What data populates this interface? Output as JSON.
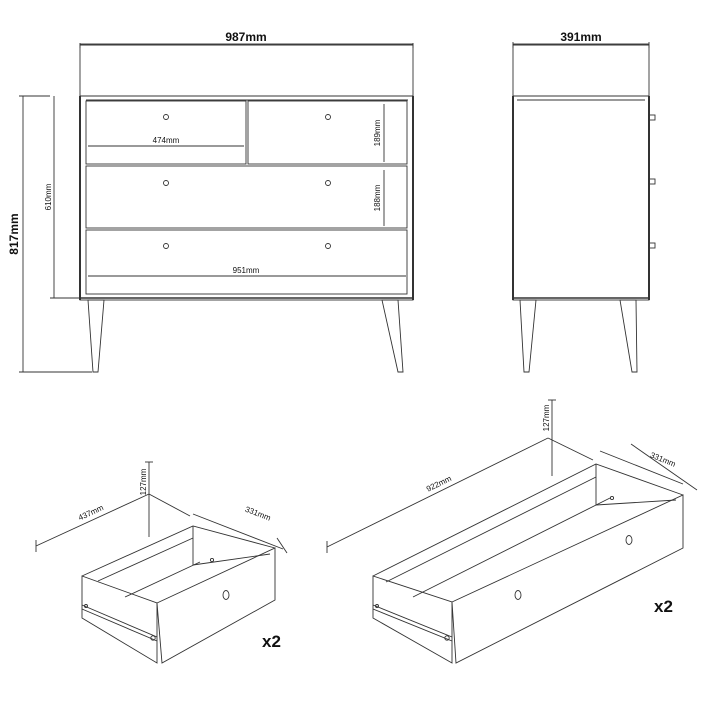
{
  "front_view": {
    "overall_width": "987mm",
    "overall_height": "817mm",
    "body_height": "610mm",
    "top_drawer_width": "474mm",
    "top_drawer_height": "189mm",
    "middle_drawer_height": "188mm",
    "bottom_drawer_width": "951mm"
  },
  "side_view": {
    "depth": "391mm"
  },
  "small_drawer": {
    "width": "437mm",
    "height": "127mm",
    "depth": "331mm",
    "quantity": "x2"
  },
  "large_drawer": {
    "width": "922mm",
    "height": "127mm",
    "depth": "331mm",
    "quantity": "x2"
  }
}
